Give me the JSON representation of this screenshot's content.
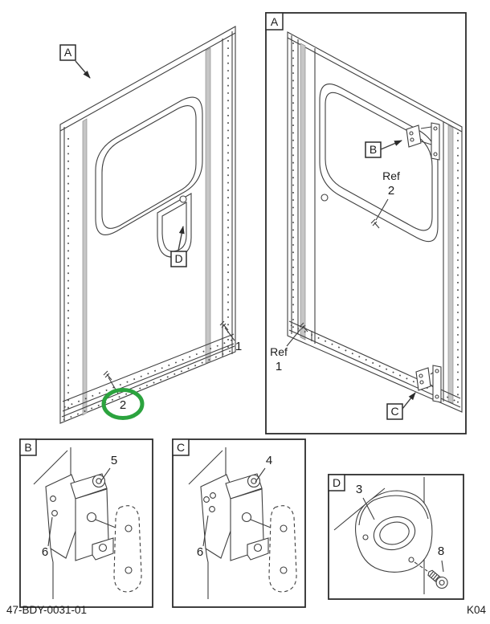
{
  "colors": {
    "line": "#3f3f3f",
    "gray_fill": "#c6c6c6",
    "highlight": "#2ba33e"
  },
  "footer": {
    "doc_number": "47-BDY-0031-01",
    "page_code": "K04"
  },
  "left_view": {
    "label_a": "A",
    "label_d": "D",
    "callout_1": "1",
    "callout_2": "2"
  },
  "right_view": {
    "corner_label": "A",
    "label_b": "B",
    "label_c": "C",
    "ref_upper": {
      "label": "Ref",
      "number": "2"
    },
    "ref_lower": {
      "label": "Ref",
      "number": "1"
    }
  },
  "detail_b": {
    "corner_label": "B",
    "callout_hinge": "5",
    "callout_fastener": "6"
  },
  "detail_c": {
    "corner_label": "C",
    "callout_hinge": "4",
    "callout_fastener": "6"
  },
  "detail_d": {
    "corner_label": "D",
    "callout_plate": "3",
    "callout_screw": "8"
  }
}
